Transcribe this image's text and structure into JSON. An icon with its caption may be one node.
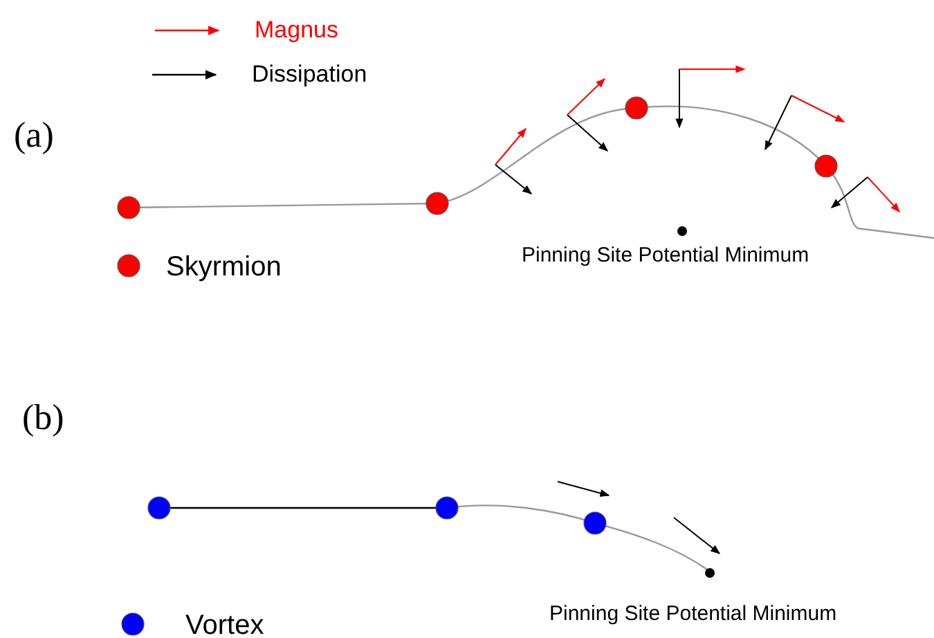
{
  "diagram": {
    "labels": [
      "(a)",
      "Pinning Site Potential Minimum",
      "(b)",
      "Pinning Site Potential Minimum"
    ],
    "legend": [
      {
        "text": "Magnus"
      },
      {
        "text": "Dissipation"
      },
      {
        "text": "Skyrmion",
        "color": "#ff0000"
      },
      {
        "text": "Vortex",
        "color": "#0000ff"
      }
    ]
  }
}
